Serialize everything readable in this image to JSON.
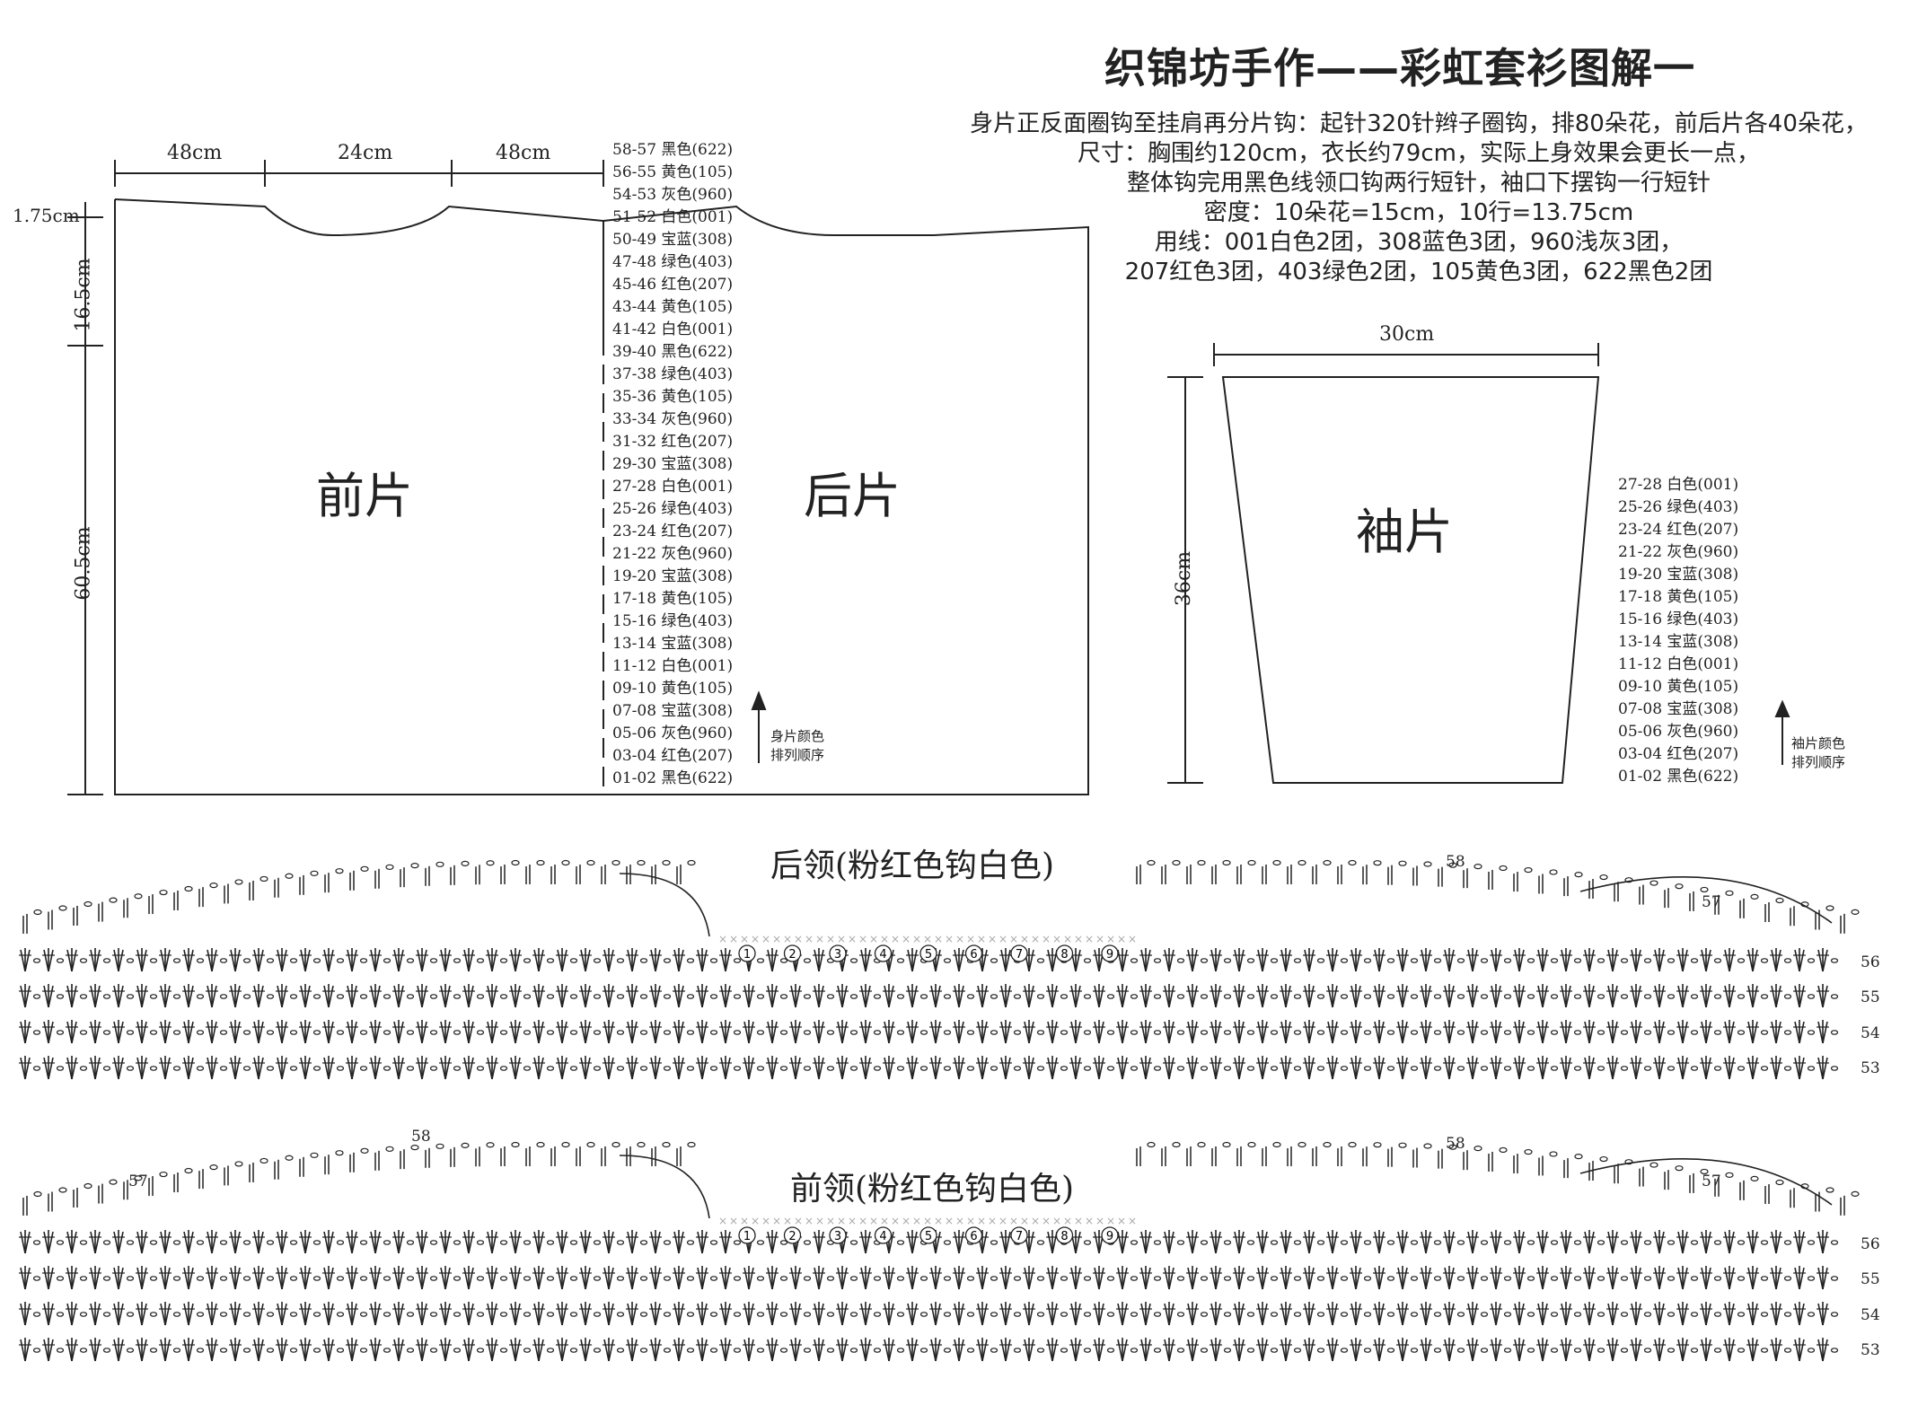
{
  "title": "织锦坊手作——彩虹套衫图解一",
  "notes": [
    "身片正反面圈钩至挂肩再分片钩：起针320针辫子圈钩，排80朵花，前后片各40朵花，",
    "尺寸：胸围约120cm，衣长约79cm，实际上身效果会更长一点，",
    "整体钩完用黑色线领口钩两行短针，袖口下摆钩一行短针",
    "密度：10朵花=15cm，10行=13.75cm",
    "用线：001白色2团，308蓝色3团，960浅灰3团，",
    "207红色3团，403绿色2团，105黄色3团，622黑色2团"
  ],
  "body_diagram": {
    "top_measures": [
      "48cm",
      "24cm",
      "48cm"
    ],
    "left_measures": [
      "1.75cm",
      "16.5cm",
      "60.5cm"
    ],
    "front_label": "前片",
    "back_label": "后片",
    "color_rows": [
      "58-57 黑色(622)",
      "56-55 黄色(105)",
      "54-53 灰色(960)",
      "51-52 白色(001)",
      "50-49 宝蓝(308)",
      "47-48 绿色(403)",
      "45-46 红色(207)",
      "43-44 黄色(105)",
      "41-42 白色(001)",
      "39-40 黑色(622)",
      "37-38 绿色(403)",
      "35-36 黄色(105)",
      "33-34 灰色(960)",
      "31-32 红色(207)",
      "29-30 宝蓝(308)",
      "27-28 白色(001)",
      "25-26 绿色(403)",
      "23-24 红色(207)",
      "21-22 灰色(960)",
      "19-20 宝蓝(308)",
      "17-18 黄色(105)",
      "15-16 绿色(403)",
      "13-14 宝蓝(308)",
      "11-12 白色(001)",
      "09-10 黄色(105)",
      "07-08 宝蓝(308)",
      "05-06 灰色(960)",
      "03-04 红色(207)",
      "01-02 黑色(622)"
    ],
    "order_note": [
      "身片颜色",
      "排列顺序"
    ]
  },
  "sleeve_diagram": {
    "top_measure": "30cm",
    "side_measure": "36cm",
    "label": "袖片",
    "color_rows": [
      "27-28 白色(001)",
      "25-26 绿色(403)",
      "23-24 红色(207)",
      "21-22 灰色(960)",
      "19-20 宝蓝(308)",
      "17-18 黄色(105)",
      "15-16 绿色(403)",
      "13-14 宝蓝(308)",
      "11-12 白色(001)",
      "09-10 黄色(105)",
      "07-08 宝蓝(308)",
      "05-06 灰色(960)",
      "03-04 红色(207)",
      "01-02 黑色(622)"
    ],
    "order_note": [
      "袖片颜色",
      "排列顺序"
    ]
  },
  "back_neck": {
    "label": "后领(粉红色钩白色)",
    "row_numbers": [
      "56",
      "55",
      "54",
      "53"
    ],
    "top_rows": [
      "58",
      "57"
    ],
    "motif_numbers": [
      "1",
      "2",
      "3",
      "4",
      "5",
      "6",
      "7",
      "8",
      "9"
    ]
  },
  "front_neck": {
    "label": "前领(粉红色钩白色)",
    "row_numbers": [
      "56",
      "55",
      "54",
      "53"
    ],
    "top_rows": [
      "58",
      "57",
      "58",
      "57"
    ],
    "motif_numbers": [
      "1",
      "2",
      "3",
      "4",
      "5",
      "6",
      "7",
      "8",
      "9"
    ]
  }
}
